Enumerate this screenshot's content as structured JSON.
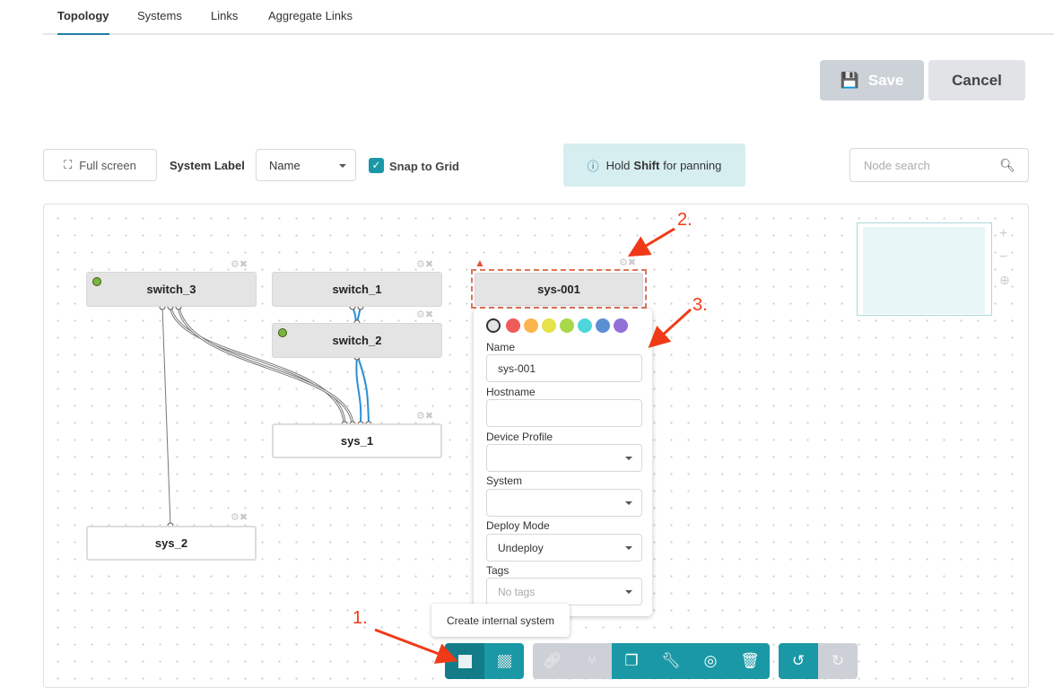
{
  "tabs": [
    {
      "label": "Topology",
      "active": true
    },
    {
      "label": "Systems"
    },
    {
      "label": "Links"
    },
    {
      "label": "Aggregate Links"
    }
  ],
  "actions": {
    "save": "Save",
    "cancel": "Cancel"
  },
  "toolbar": {
    "fullscreen": "Full screen",
    "system_label": "System Label",
    "system_label_value": "Name",
    "snap": "Snap to Grid",
    "snap_checked": true,
    "hint_pre": "Hold ",
    "hint_key": "Shift",
    "hint_post": " for panning",
    "search_placeholder": "Node search"
  },
  "nodes": {
    "switch_3": "switch_3",
    "switch_1": "switch_1",
    "switch_2": "switch_2",
    "sys_1": "sys_1",
    "sys_2": "sys_2",
    "sys_001": "sys-001"
  },
  "popover": {
    "colors": [
      "#e2e4e6",
      "#ef5b5b",
      "#fbb44e",
      "#e5e24a",
      "#a8d74a",
      "#4fd6dd",
      "#5b8fd3",
      "#9270d8"
    ],
    "name_label": "Name",
    "name_value": "sys-001",
    "hostname_label": "Hostname",
    "hostname_value": "",
    "profile_label": "Device Profile",
    "profile_value": "",
    "system_label": "System",
    "system_value": "",
    "deploy_label": "Deploy Mode",
    "deploy_value": "Undeploy",
    "tags_label": "Tags",
    "tags_placeholder": "No tags"
  },
  "tooltip": "Create internal system",
  "annotations": [
    "1.",
    "2.",
    "3."
  ],
  "colors": {
    "accent": "#1a98a6",
    "accent_dark": "#137c88",
    "disabled": "#cdd0d6",
    "warning": "#e5533a"
  }
}
